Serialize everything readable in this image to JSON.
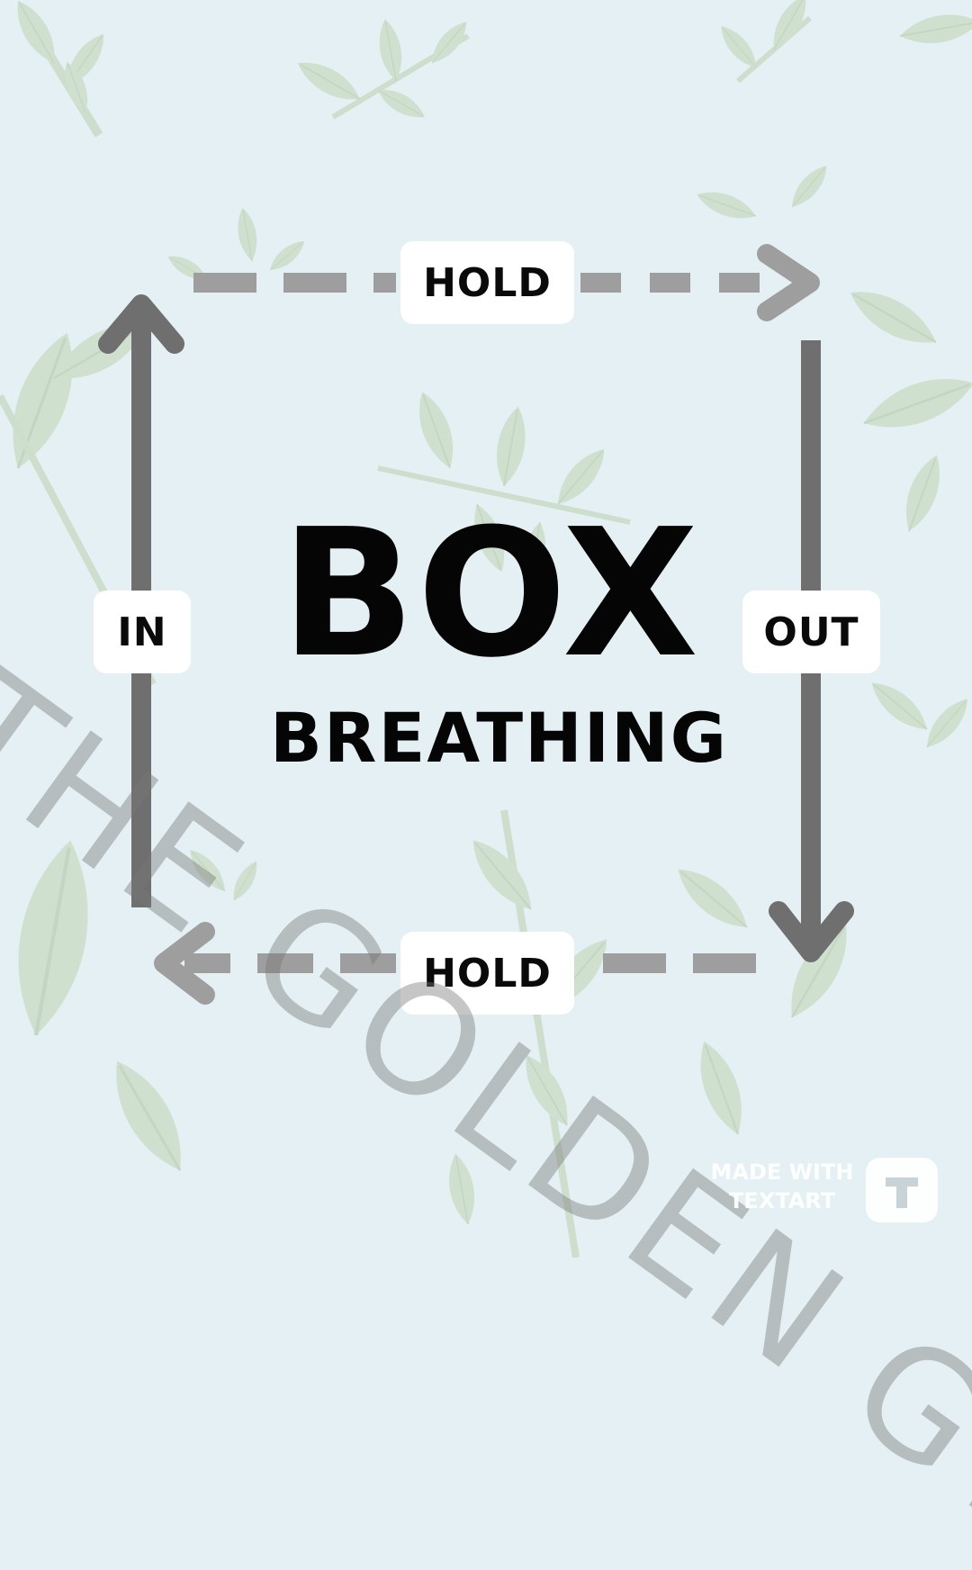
{
  "poster": {
    "title": "BOX",
    "subtitle": "BREATHING",
    "labels": {
      "hold_top": "HOLD",
      "in": "IN",
      "out": "OUT",
      "hold_bottom": "HOLD"
    }
  },
  "watermark": {
    "text": "THE GOLDEN GT"
  },
  "badge": {
    "line1": "MADE WITH",
    "line2": "TEXTART"
  },
  "colors": {
    "background": "#e4f0f3",
    "leaf": "#c9dcc4",
    "solid_arrow": "#6e6e6e",
    "dashed_arrow": "#9c9c9c",
    "text": "#050505"
  },
  "icons": [
    "leaf-pattern",
    "textart-t-logo"
  ]
}
